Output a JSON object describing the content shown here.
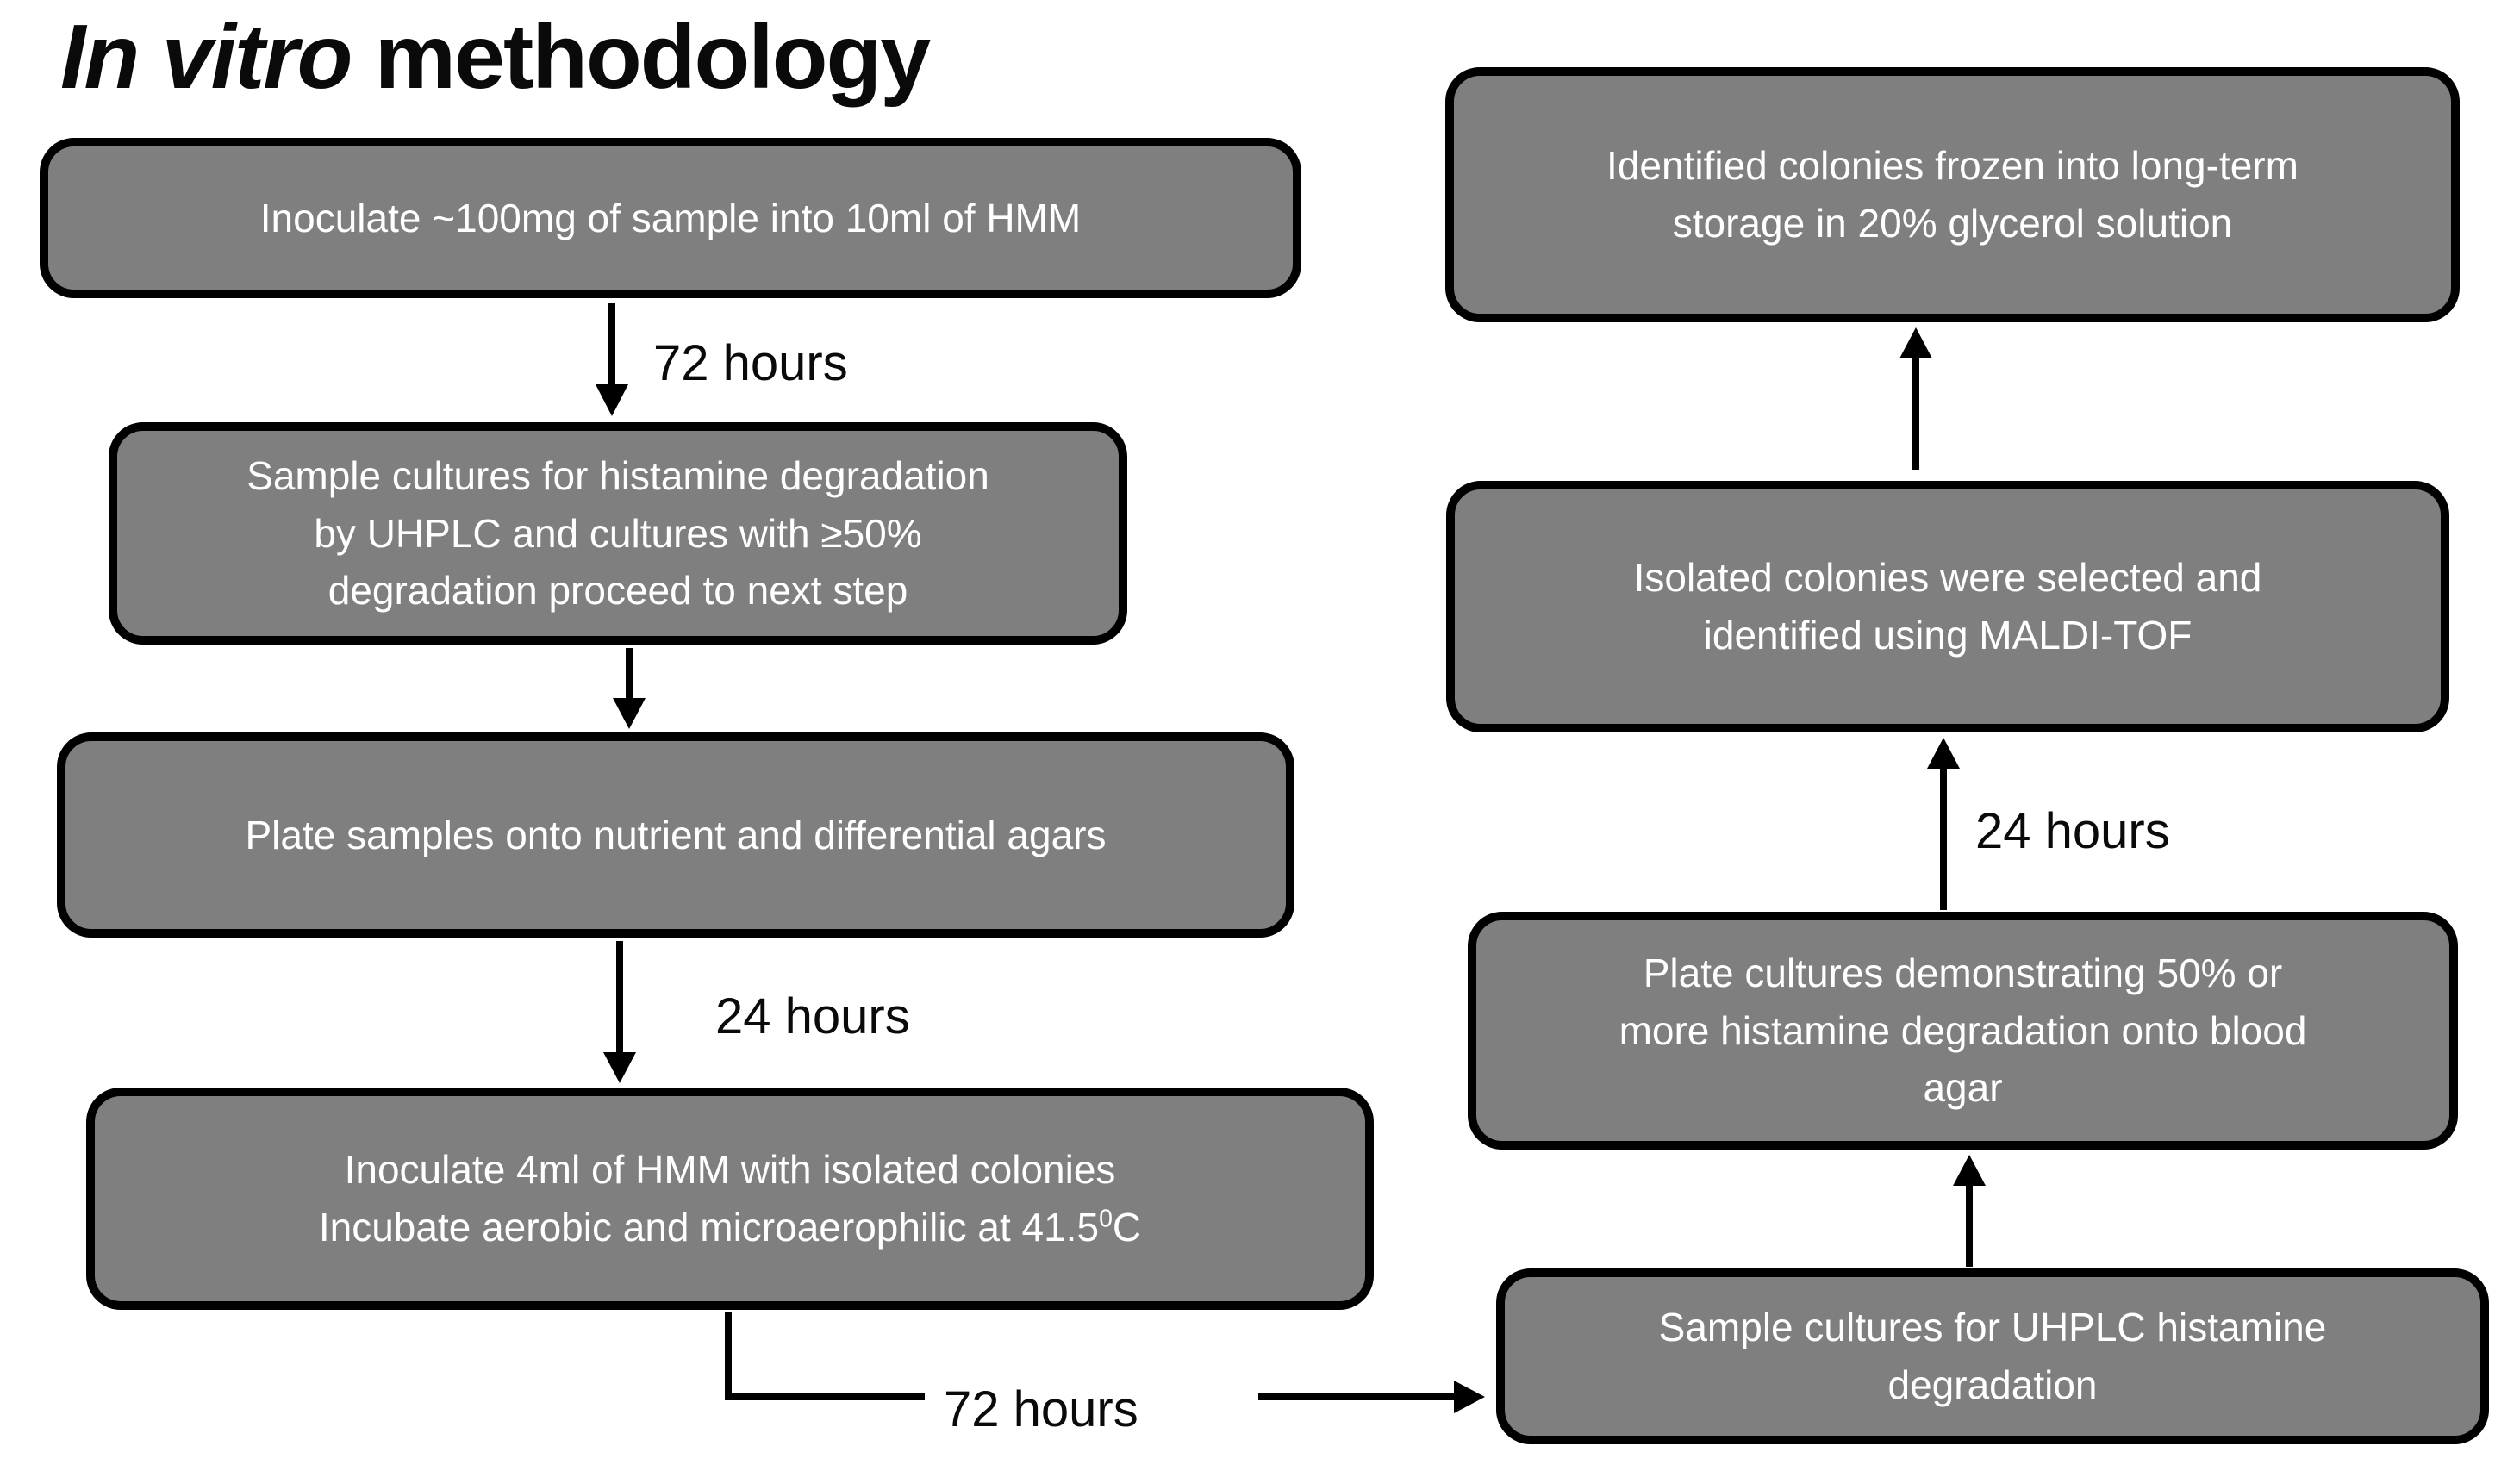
{
  "title": {
    "italic": "In vitro",
    "rest": " methodology"
  },
  "colors": {
    "box_fill": "#7f7f7f",
    "box_border": "#000000",
    "box_text": "#ffffff",
    "arrow": "#000000",
    "background": "#ffffff"
  },
  "boxes": {
    "b1": {
      "lines": [
        "Inoculate ~100mg of sample into 10ml of HMM"
      ]
    },
    "b2": {
      "lines": [
        "Sample cultures for histamine degradation",
        "by UHPLC and cultures with ≥50%",
        "degradation proceed to next step"
      ]
    },
    "b3": {
      "lines": [
        "Plate samples onto nutrient and differential agars"
      ]
    },
    "b4": {
      "line1": "Inoculate 4ml of HMM with isolated colonies",
      "line2_pre": "Incubate aerobic and microaerophilic at 41.5",
      "line2_sup": "0",
      "line2_post": "C"
    },
    "b5": {
      "lines": [
        "Sample cultures for UHPLC histamine",
        "degradation"
      ]
    },
    "b6": {
      "lines": [
        "Plate cultures demonstrating 50% or",
        "more histamine degradation onto blood",
        "agar"
      ]
    },
    "b7": {
      "lines": [
        "Isolated colonies were selected and",
        "identified using MALDI-TOF"
      ]
    },
    "b8": {
      "lines": [
        "Identified colonies frozen into long-term",
        "storage in 20% glycerol solution"
      ]
    }
  },
  "labels": {
    "step1_duration": "72 hours",
    "step3_duration": "24 hours",
    "step4_duration": "72 hours",
    "step6_duration": "24 hours"
  }
}
